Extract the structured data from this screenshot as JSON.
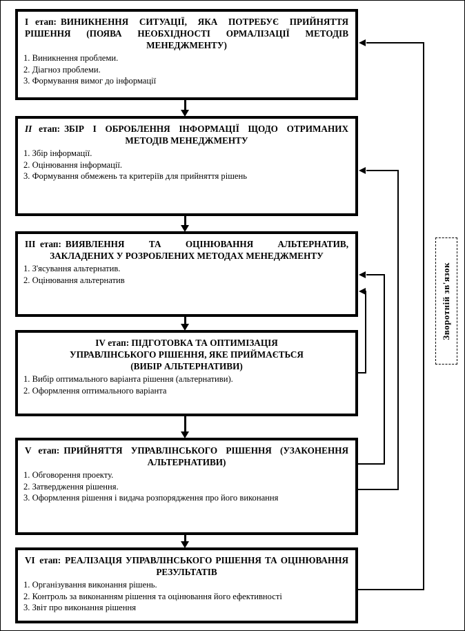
{
  "diagram": {
    "title_vertical_label": "Зворотній зв'язок",
    "stages": [
      {
        "id": "stage-1",
        "lead": "I",
        "lead_suffix": "етап:",
        "heading": "ВИНИКНЕННЯ СИТУАЦІЇ, ЯКА ПОТРЕБУЄ ПРИЙНЯТТЯ РІШЕННЯ (ПОЯВА НЕОБХІДНОСТІ ОРМАЛІЗАЦІЇ МЕТОДІВ МЕНЕДЖМЕНТУ)",
        "items": [
          "1. Виникнення проблеми.",
          "2. Діагноз проблеми.",
          "3. Формування вимог до інформації"
        ]
      },
      {
        "id": "stage-2",
        "lead": "II",
        "lead_suffix": "етап:",
        "heading": "ЗБІР І ОБРОБЛЕННЯ ІНФОРМАЦІЇ ЩОДО ОТРИМАНИХ МЕТОДІВ МЕНЕДЖМЕНТУ",
        "items": [
          "1. Збір інформації.",
          "2. Оцінювання інформації.",
          "3. Формування обмежень та критеріїв для прийняття рішень"
        ]
      },
      {
        "id": "stage-3",
        "lead": "III",
        "lead_suffix": "етап:",
        "heading": "ВИЯВЛЕННЯ ТА ОЦІНЮВАННЯ АЛЬТЕРНАТИВ, ЗАКЛАДЕНИХ У РОЗРОБЛЕНИХ МЕТОДАХ МЕНЕДЖМЕНТУ",
        "items": [
          "1. З'ясування альтернатив.",
          "2. Оцінювання альтернатив"
        ]
      },
      {
        "id": "stage-4",
        "lead": "IV",
        "lead_suffix": "етап:",
        "heading": "ПІДГОТОВКА ТА ОПТИМІЗАЦІЯ УПРАВЛІНСЬКОГО РІШЕННЯ, ЯКЕ ПРИЙМАЄТЬСЯ (ВИБІР АЛЬТЕРНАТИВИ)",
        "items": [
          "1. Вибір оптимального варіанта рішення (альтернативи).",
          "2. Оформлення оптимального варіанта"
        ]
      },
      {
        "id": "stage-5",
        "lead": "V",
        "lead_suffix": "етап:",
        "heading": "ПРИЙНЯТТЯ УПРАВЛІНСЬКОГО РІШЕННЯ (УЗАКОНЕННЯ АЛЬТЕРНАТИВИ)",
        "items": [
          "1. Обговорення проекту.",
          "2. Затвердження рішення.",
          "3. Оформлення рішення і видача розпорядження про його виконання"
        ]
      },
      {
        "id": "stage-6",
        "lead": "VI",
        "lead_suffix": "етап:",
        "heading": "РЕАЛІЗАЦІЯ УПРАВЛІНСЬКОГО РІШЕННЯ ТА ОЦІНЮВАННЯ РЕЗУЛЬТАТІВ",
        "items": [
          "1. Організування виконання рішень.",
          "2. Контроль за виконанням рішення та оцінювання його ефективності",
          "3. Звіт про виконання рішення"
        ]
      }
    ],
    "colors": {
      "stroke": "#000000",
      "background": "#ffffff"
    }
  }
}
